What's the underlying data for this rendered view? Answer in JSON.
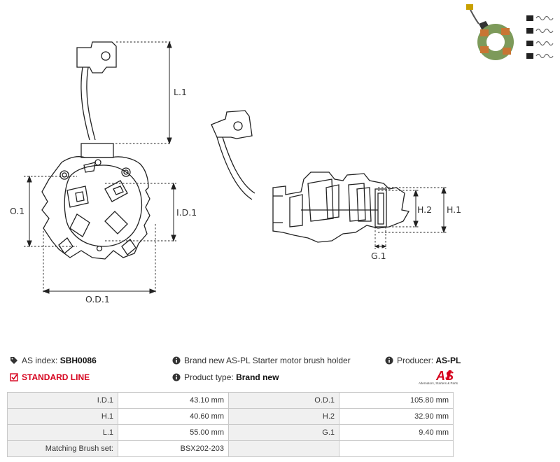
{
  "dimensions": {
    "L1": "L.1",
    "OD1": "O.D.1",
    "O1": "O.1",
    "ID1": "I.D.1",
    "H1": "H.1",
    "H2": "H.2",
    "G1": "G.1"
  },
  "info": {
    "as_index_label": "AS index:",
    "as_index_value": "SBH0086",
    "standard_line": "STANDARD LINE",
    "description": "Brand new AS-PL Starter motor brush holder",
    "product_type_label": "Product type:",
    "product_type_value": "Brand new",
    "producer_label": "Producer:",
    "producer_value": "AS-PL",
    "logo_text": "AS",
    "logo_subtext": "Alternators, Starters & Parts"
  },
  "specs": [
    [
      "I.D.1",
      "43.10 mm",
      "O.D.1",
      "105.80 mm"
    ],
    [
      "H.1",
      "40.60 mm",
      "H.2",
      "32.90 mm"
    ],
    [
      "L.1",
      "55.00 mm",
      "G.1",
      "9.40 mm"
    ],
    [
      "Matching Brush set:",
      "BSX202-203",
      "",
      ""
    ]
  ],
  "colors": {
    "accent_red": "#d6001c",
    "label_bg": "#f0f0f0",
    "border": "#c9c9c9"
  },
  "icons": {
    "tag": "tag-icon",
    "check": "check-square-icon",
    "info": "info-circle-icon"
  }
}
